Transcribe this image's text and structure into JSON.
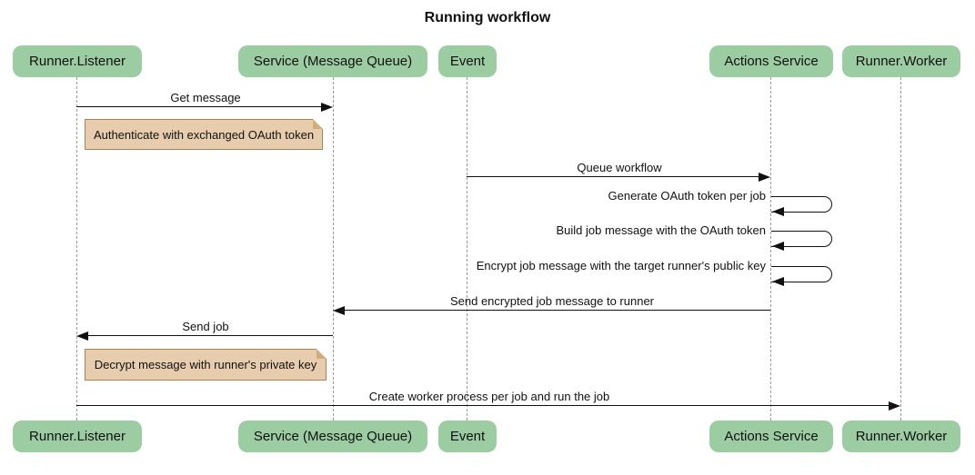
{
  "title": "Running workflow",
  "diagram": {
    "type": "sequence",
    "actors": [
      {
        "id": "runner-listener",
        "label": "Runner.Listener"
      },
      {
        "id": "service-mq",
        "label": "Service (Message Queue)"
      },
      {
        "id": "event",
        "label": "Event"
      },
      {
        "id": "actions-service",
        "label": "Actions Service"
      },
      {
        "id": "runner-worker",
        "label": "Runner.Worker"
      }
    ],
    "messages": [
      {
        "type": "arrow",
        "from": "Runner.Listener",
        "to": "Service (Message Queue)",
        "label": "Get message"
      },
      {
        "type": "note",
        "over": "Runner.Listener",
        "label": "Authenticate with exchanged OAuth token"
      },
      {
        "type": "arrow",
        "from": "Event",
        "to": "Actions Service",
        "label": "Queue workflow"
      },
      {
        "type": "self",
        "from": "Actions Service",
        "to": "Actions Service",
        "label": "Generate OAuth token per job"
      },
      {
        "type": "self",
        "from": "Actions Service",
        "to": "Actions Service",
        "label": "Build job message with the OAuth token"
      },
      {
        "type": "self",
        "from": "Actions Service",
        "to": "Actions Service",
        "label": "Encrypt job message with the target runner's public key"
      },
      {
        "type": "arrow",
        "from": "Actions Service",
        "to": "Service (Message Queue)",
        "label": "Send encrypted job message to runner"
      },
      {
        "type": "arrow",
        "from": "Service (Message Queue)",
        "to": "Runner.Listener",
        "label": "Send job"
      },
      {
        "type": "note",
        "over": "Runner.Listener",
        "label": "Decrypt message with runner's private key"
      },
      {
        "type": "arrow",
        "from": "Runner.Listener",
        "to": "Runner.Worker",
        "label": "Create worker process per job and run the job"
      }
    ],
    "colors": {
      "actor_fill": "#9ccda2",
      "note_fill": "#e7cdae",
      "note_border": "#aa8352",
      "lifeline": "#9a9a9a",
      "line": "#111111",
      "background": "#ffffff"
    }
  }
}
